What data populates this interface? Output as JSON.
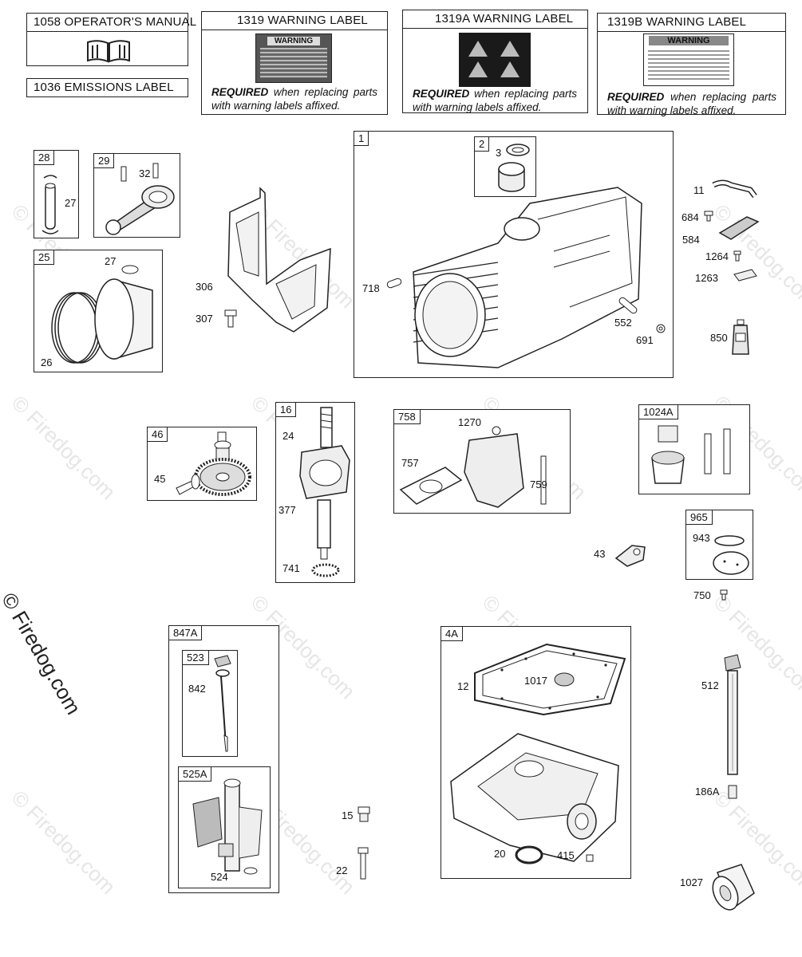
{
  "watermark": "© Firedog.com",
  "headers": {
    "manual": "1058 OPERATOR'S MANUAL",
    "emissions": "1036 EMISSIONS LABEL",
    "w1319": "1319 WARNING LABEL",
    "w1319a": "1319A WARNING LABEL",
    "w1319b": "1319B WARNING LABEL"
  },
  "required": {
    "word": "REQUIRED",
    "rest": "when replacing parts with warning labels affixed."
  },
  "warning_text": "WARNING",
  "box_tags": {
    "b28": "28",
    "b29": "29",
    "b25": "25",
    "b1": "1",
    "b2": "2",
    "b46": "46",
    "b16": "16",
    "b758": "758",
    "b1024a": "1024A",
    "b965": "965",
    "b847a": "847A",
    "b523": "523",
    "b525a": "525A",
    "b4a": "4A"
  },
  "callouts": {
    "c27a": "27",
    "c32": "32",
    "c27b": "27",
    "c26": "26",
    "c306": "306",
    "c307": "307",
    "c3": "3",
    "c718": "718",
    "c552": "552",
    "c691": "691",
    "c11": "11",
    "c684": "684",
    "c584": "584",
    "c1264": "1264",
    "c1263": "1263",
    "c850": "850",
    "c45": "45",
    "c24": "24",
    "c377": "377",
    "c741": "741",
    "c1270": "1270",
    "c757": "757",
    "c759": "759",
    "c43": "43",
    "c943": "943",
    "c750": "750",
    "c842": "842",
    "c524": "524",
    "c12": "12",
    "c1017": "1017",
    "c20": "20",
    "c415": "415",
    "c15": "15",
    "c22": "22",
    "c512": "512",
    "c186a": "186A",
    "c1027": "1027"
  }
}
